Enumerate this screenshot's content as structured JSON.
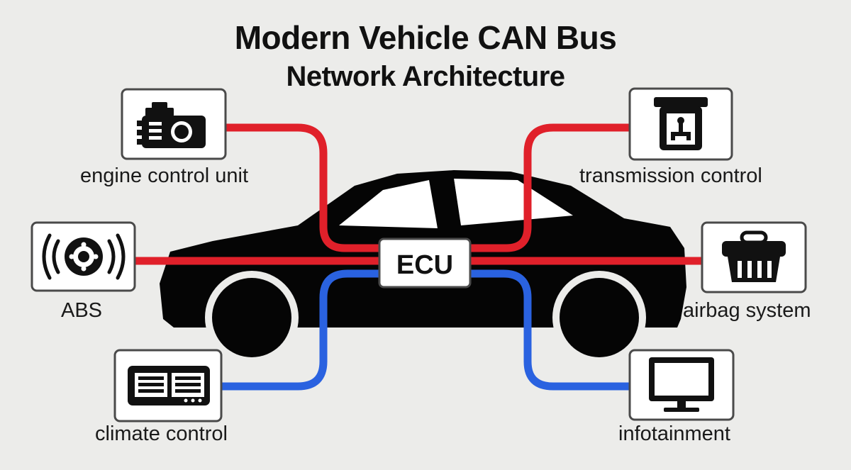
{
  "title": {
    "line1": "Modern Vehicle CAN Bus",
    "line2": "Network Architecture"
  },
  "hub": {
    "label": "ECU"
  },
  "modules": [
    {
      "id": "engine",
      "label": "engine control unit",
      "icon": "engine-icon",
      "bus": "red"
    },
    {
      "id": "transmission",
      "label": "transmission control",
      "icon": "transmission-icon",
      "bus": "red"
    },
    {
      "id": "abs",
      "label": "ABS",
      "icon": "brake-disc-icon",
      "bus": "red"
    },
    {
      "id": "airbag",
      "label": "airbag system",
      "icon": "airbag-icon",
      "bus": "red"
    },
    {
      "id": "climate",
      "label": "climate control",
      "icon": "climate-panel-icon",
      "bus": "blue"
    },
    {
      "id": "infotainment",
      "label": "infotainment",
      "icon": "monitor-icon",
      "bus": "blue"
    }
  ],
  "colors": {
    "background": "#ececea",
    "car": "#050505",
    "high_speed_bus": "#e0202a",
    "low_speed_bus": "#2a62e0",
    "box_border": "#4a4a4a",
    "box_fill": "#ffffff"
  }
}
